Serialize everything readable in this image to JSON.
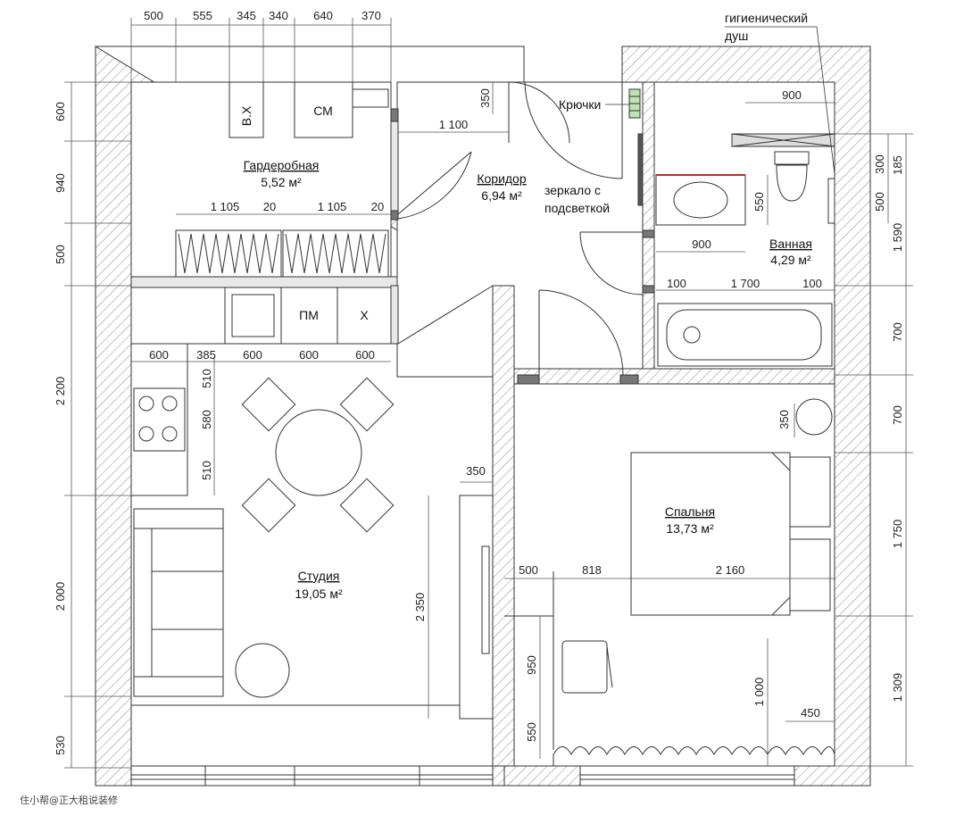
{
  "dims_top": [
    "500",
    "555",
    "345",
    "340",
    "640",
    "370"
  ],
  "dims_left": [
    "600",
    "940",
    "500",
    "2 200",
    "2 000",
    "530"
  ],
  "dims_right": [
    "1 590",
    "700",
    "700",
    "1 750",
    "1 309"
  ],
  "dims_right_small": [
    "300",
    "185",
    "500"
  ],
  "dims_interior": {
    "wardrobe_w1": "1 105",
    "wardrobe_g1": "20",
    "wardrobe_w2": "1 105",
    "wardrobe_g2": "20",
    "kitchen_1": "600",
    "kitchen_2": "385",
    "kitchen_3": "600",
    "kitchen_4": "600",
    "kitchen_5": "600",
    "stove_1": "510",
    "stove_2": "580",
    "stove_3": "510",
    "corr_350": "350",
    "corr_1100": "1 100",
    "bath_900_top": "900",
    "bath_550": "550",
    "bath_900": "900",
    "bath_100a": "100",
    "bath_1700": "1 700",
    "bath_100b": "100",
    "wall_350": "350",
    "wall_2350": "2 350",
    "bed_350": "350",
    "bed_500": "500",
    "bed_818": "818",
    "bed_2160": "2 160",
    "desk_950": "950",
    "desk_550": "550",
    "desk_1000": "1 000",
    "desk_450": "450"
  },
  "rooms": {
    "wardrobe": {
      "name": "Гардеробная",
      "area": "5,52 м²"
    },
    "corridor": {
      "name": "Коридор",
      "area": "6,94 м²"
    },
    "bathroom": {
      "name": "Ванная",
      "area": "4,29 м²"
    },
    "studio": {
      "name": "Студия",
      "area": "19,05 м²"
    },
    "bedroom": {
      "name": "Спальня",
      "area": "13,73 м²"
    }
  },
  "annotations": {
    "hygienic_shower_1": "гигиенический",
    "hygienic_shower_2": "душ",
    "hooks": "Крючки",
    "mirror_1": "зеркало с",
    "mirror_2": "подсветкой"
  },
  "appliances": {
    "washer_dryer": "В.Х",
    "washing_machine": "СМ",
    "dishwasher": "ПМ",
    "fridge": "Х"
  },
  "watermark": "住小帮@正大租说装修"
}
